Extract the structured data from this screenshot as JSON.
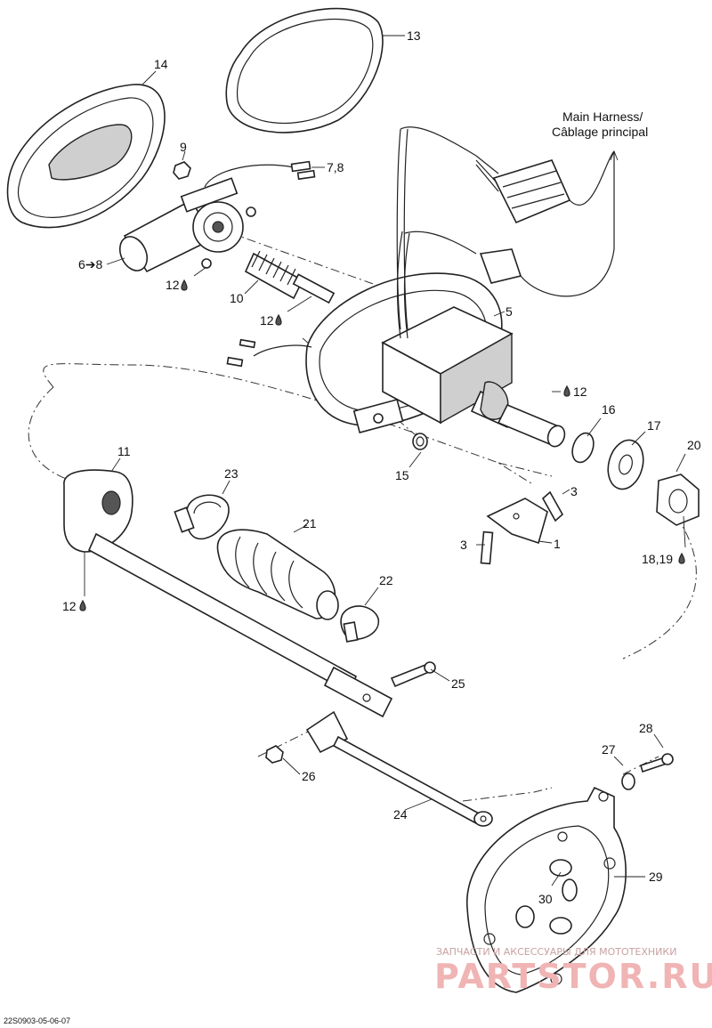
{
  "diagram": {
    "caption": {
      "line1": "Main Harness/",
      "line2": "Câblage principal"
    },
    "code": "22S0903-05-06-07",
    "watermark": {
      "line1": "ЗАПЧАСТИ И АКСЕССУАРЫ ДЛЯ МОТОТЕХНИКИ",
      "line2": "PARTSTOR.RU"
    },
    "labels": {
      "p1": "1",
      "p3a": "3",
      "p3b": "3",
      "p5": "5",
      "p68": "6➔8",
      "p78": "7,8",
      "p9": "9",
      "p10": "10",
      "p11": "11",
      "p12a": "12",
      "p12b": "12",
      "p12c": "12",
      "p12d": "12",
      "p13": "13",
      "p14": "14",
      "p15": "15",
      "p16": "16",
      "p17": "17",
      "p1819": "18,19",
      "p20": "20",
      "p21": "21",
      "p22": "22",
      "p23": "23",
      "p24": "24",
      "p25": "25",
      "p26": "26",
      "p27": "27",
      "p28": "28",
      "p29": "29",
      "p30": "30"
    }
  }
}
